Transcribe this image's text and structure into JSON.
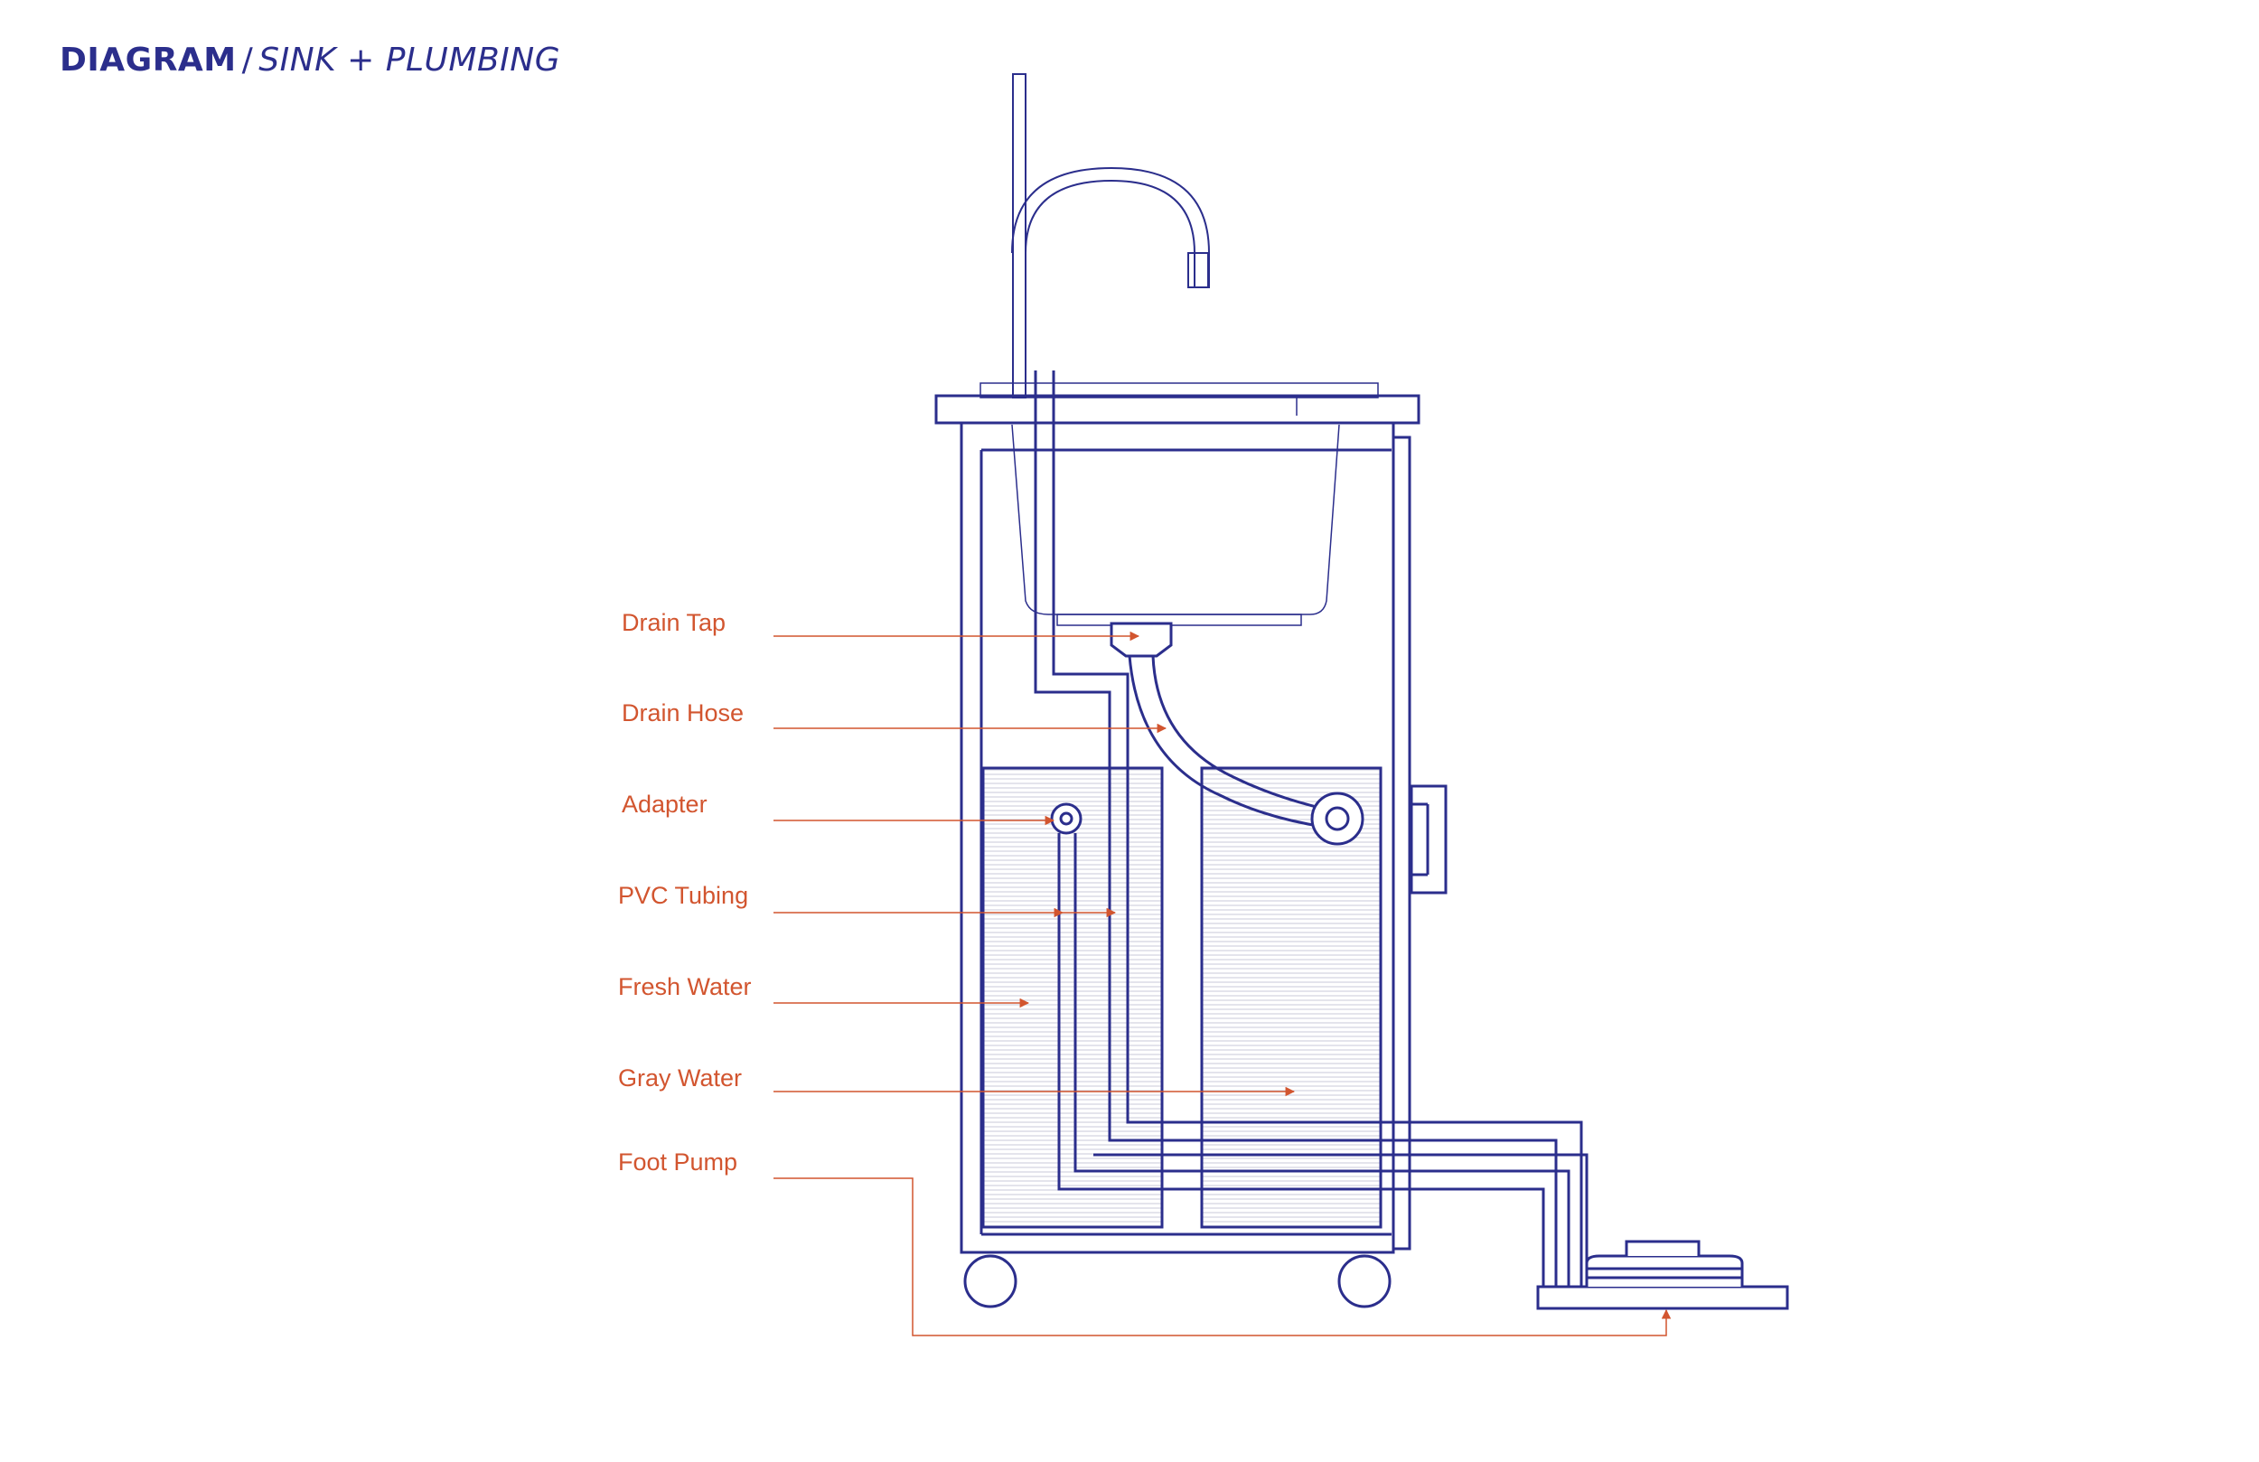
{
  "header": {
    "title_bold": "DIAGRAM",
    "separator": "/",
    "title_sub": "SINK + PLUMBING"
  },
  "labels": [
    {
      "id": "drain-tap",
      "text": "Drain Tap"
    },
    {
      "id": "drain-hose",
      "text": "Drain Hose"
    },
    {
      "id": "adapter",
      "text": "Adapter"
    },
    {
      "id": "pvc-tubing",
      "text": "PVC Tubing"
    },
    {
      "id": "fresh-water",
      "text": "Fresh Water"
    },
    {
      "id": "gray-water",
      "text": "Gray Water"
    },
    {
      "id": "foot-pump",
      "text": "Foot Pump"
    }
  ],
  "colors": {
    "line": "#2b2e8c",
    "label": "#d2552f",
    "fill_hatch": "#c9cad8"
  }
}
